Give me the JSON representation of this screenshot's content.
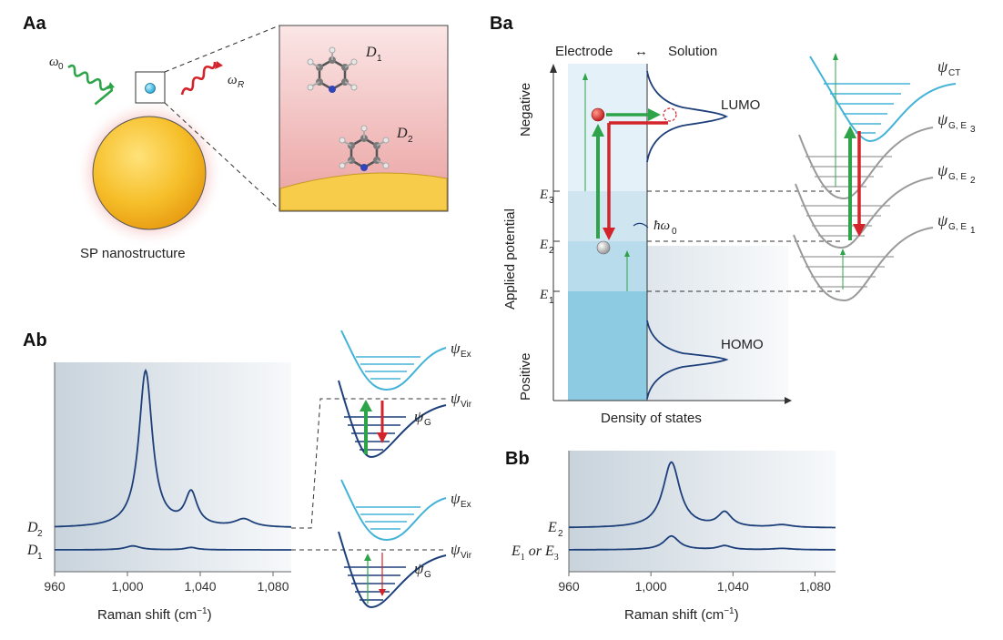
{
  "panel_labels": {
    "Aa": "Aa",
    "Ab": "Ab",
    "Ba": "Ba",
    "Bb": "Bb"
  },
  "Aa": {
    "omega0": "ω",
    "omega0_sub": "0",
    "omegaR": "ω",
    "omegaR_sub": "R",
    "caption": "SP nanostructure",
    "D1": "D",
    "D1_sub": "1",
    "D2": "D",
    "D2_sub": "2"
  },
  "Ab": {
    "trace_labels": [
      {
        "name": "D",
        "sub": "2"
      },
      {
        "name": "D",
        "sub": "1"
      }
    ],
    "xlabel": "Raman shift (cm",
    "xlabel_sup": "−1",
    "xlabel_end": ")",
    "xticks": [
      "960",
      "1,000",
      "1,040",
      "1,080"
    ],
    "upper_diagram": {
      "psi_ex": "ψ",
      "psi_ex_sub": "Ex",
      "psi_vir": "ψ",
      "psi_vir_sub": "Vir",
      "psi_g": "ψ",
      "psi_g_sub": "G"
    },
    "lower_diagram": {
      "psi_ex": "ψ",
      "psi_ex_sub": "Ex",
      "psi_vir": "ψ",
      "psi_vir_sub": "Vir",
      "psi_g": "ψ",
      "psi_g_sub": "G"
    }
  },
  "Ba": {
    "electrode": "Electrode",
    "arrow": "↔",
    "solution": "Solution",
    "negative": "Negative",
    "positive": "Positive",
    "applied_potential": "Applied potential",
    "density_of_states": "Density of states",
    "lumo": "LUMO",
    "homo": "HOMO",
    "hbar_omega": "ħω",
    "hbar_omega_sub": "0",
    "E3": "E",
    "E3_sub": "3",
    "E2": "E",
    "E2_sub": "2",
    "E1": "E",
    "E1_sub": "1",
    "psi_ct": "ψ",
    "psi_ct_sub": "CT",
    "psi_ge3": "ψ",
    "psi_ge3_sub": "G, E",
    "psi_ge3_subsub": "3",
    "psi_ge2": "ψ",
    "psi_ge2_sub": "G, E",
    "psi_ge2_subsub": "2",
    "psi_ge1": "ψ",
    "psi_ge1_sub": "G, E",
    "psi_ge1_subsub": "1"
  },
  "Bb": {
    "trace_labels": [
      {
        "name": "E",
        "sub": "2"
      },
      {
        "name": "E",
        "sub": "1",
        "mid": " or E",
        "sub2": "3"
      }
    ],
    "xlabel": "Raman shift (cm",
    "xlabel_sup": "−1",
    "xlabel_end": ")",
    "xticks": [
      "960",
      "1,000",
      "1,040",
      "1,080"
    ]
  },
  "chart_data": [
    {
      "type": "line",
      "panel": "Ab",
      "xlabel": "Raman shift (cm−1)",
      "xlim": [
        960,
        1090
      ],
      "xticks": [
        960,
        1000,
        1040,
        1080
      ],
      "series": [
        {
          "name": "D2",
          "peaks": [
            {
              "center": 1010,
              "height": 1.0,
              "width": 4.5
            },
            {
              "center": 1035,
              "height": 0.21,
              "width": 4
            },
            {
              "center": 1064,
              "height": 0.05,
              "width": 6
            }
          ]
        },
        {
          "name": "D1",
          "peaks": [
            {
              "center": 1003,
              "height": 0.025,
              "width": 5
            },
            {
              "center": 1035,
              "height": 0.015,
              "width": 4
            }
          ]
        }
      ],
      "colors": {
        "line": "#1d3f7a",
        "background_left": "#cfd8e0"
      }
    },
    {
      "type": "line",
      "panel": "Bb",
      "xlabel": "Raman shift (cm−1)",
      "xlim": [
        960,
        1090
      ],
      "xticks": [
        960,
        1000,
        1040,
        1080
      ],
      "series": [
        {
          "name": "E2",
          "peaks": [
            {
              "center": 1010,
              "height": 1.0,
              "width": 5
            },
            {
              "center": 1036,
              "height": 0.22,
              "width": 4
            },
            {
              "center": 1064,
              "height": 0.04,
              "width": 6
            }
          ]
        },
        {
          "name": "E1 or E3",
          "peaks": [
            {
              "center": 1010,
              "height": 0.21,
              "width": 4.5
            },
            {
              "center": 1036,
              "height": 0.06,
              "width": 4
            },
            {
              "center": 1064,
              "height": 0.02,
              "width": 6
            }
          ]
        }
      ],
      "colors": {
        "line": "#1d3f7a"
      }
    }
  ],
  "colors": {
    "navy": "#1d3f7a",
    "cyan": "#43b3d8",
    "grey": "#9a9a9a",
    "green": "#2ea44a",
    "red": "#d3242b",
    "gold": "#f5c22c",
    "electrode_light": "#d6eaf4",
    "electrode_dark": "#8ccbe2"
  }
}
